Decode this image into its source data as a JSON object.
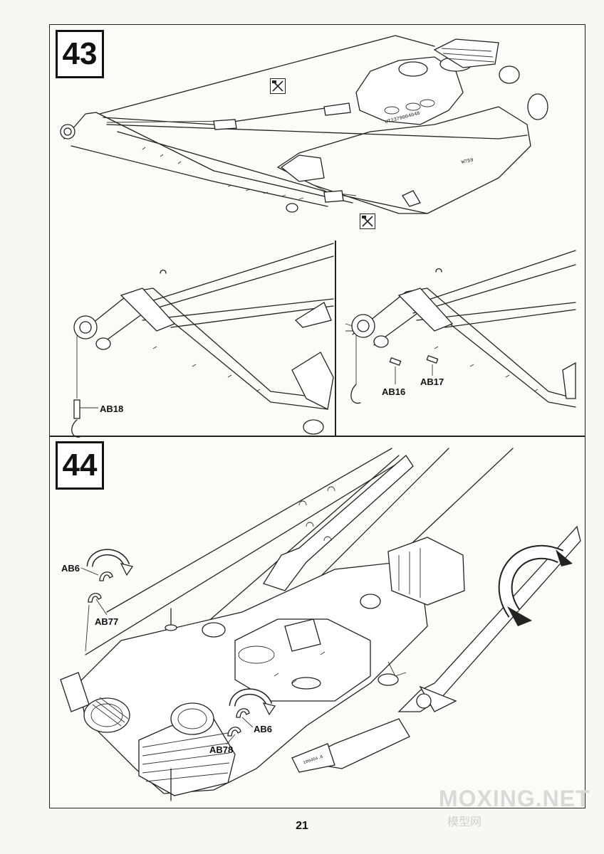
{
  "steps": [
    {
      "number": "43"
    },
    {
      "number": "44"
    }
  ],
  "parts": {
    "ab18": "AB18",
    "ab16": "AB16",
    "ab17": "AB17",
    "ab6_top": "AB6",
    "ab77": "AB77",
    "ab6_mid": "AB6",
    "ab78": "AB78"
  },
  "hull_markings": {
    "serial": "UT2379004048",
    "code": "W759",
    "tank_code": "100404.8"
  },
  "icons": [
    "cut-parts-icon",
    "cut-parts-icon",
    "rotate-arrow-icon",
    "rotate-arrow-icon",
    "rotate-arrow-icon"
  ],
  "page_number": "21",
  "watermark": {
    "main": "MOXING.NET",
    "sub": "模型网"
  }
}
